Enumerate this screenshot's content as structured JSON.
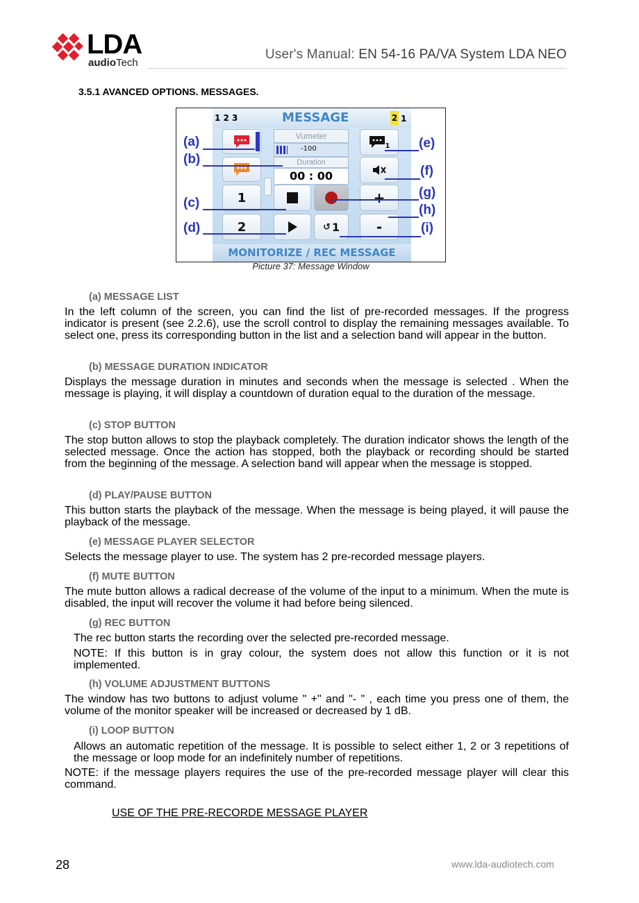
{
  "header": {
    "logo_main": "LDA",
    "logo_sub_bold": "audio",
    "logo_sub": "Tech",
    "title_prefix": "User's Manual: ",
    "title_highlight": "EN 54-16 PA/VA System LDA NEO"
  },
  "section_title": "3.5.1  AVANCED OPTIONS. MESSAGES.",
  "figure": {
    "screen_title": "MESSAGE",
    "left_indicator": "1 2 3",
    "right_indicator_highlight": "2",
    "right_indicator": "1",
    "vumeter_label": "Vumeter",
    "vumeter_value": "-100",
    "duration_label": "Duration",
    "duration_value": "00 : 00",
    "msg_btn_1": "1",
    "msg_btn_2": "2",
    "player_sub": "1",
    "loop_value": "1",
    "vol_up": "+",
    "vol_down": "-",
    "bottom_bar": "MONITORIZE / REC MESSAGE",
    "callouts": [
      "(a)",
      "(b)",
      "(c)",
      "(d)",
      "(e)",
      "(f)",
      "(g)",
      "(h)",
      "(i)"
    ],
    "colors": {
      "accent_blue": "#2a35b8",
      "rec_red": "#b21818",
      "title_blue": "#3f86c7",
      "highlight_yellow": "#f3e22b"
    },
    "icons": [
      "message-red-icon",
      "message-orange-icon",
      "stop-icon",
      "rec-icon",
      "play-icon",
      "loop-icon",
      "message-player-icon",
      "mute-icon"
    ]
  },
  "caption": "Picture 37: Message Window",
  "sections": [
    {
      "heading": "(a) MESSAGE LIST",
      "paragraphs": [
        "In the left column of the screen, you can find the list of pre-recorded messages. If the progress indicator is present (see 2.2.6), use the scroll control to display the remaining messages available. To select one, press its corresponding button in the list and a selection band will appear in the button."
      ]
    },
    {
      "heading": "(b) MESSAGE DURATION INDICATOR",
      "paragraphs": [
        "Displays the message duration in minutes and seconds when the message is selected . When the message is playing, it will display a countdown of duration equal to the duration of the message."
      ]
    },
    {
      "heading": "(c) STOP BUTTON",
      "paragraphs": [
        "The stop button allows to stop the playback completely. The duration indicator shows the length of the selected message. Once the action has stopped, both the playback or recording should be started from the beginning of the message. A selection band will appear when the message is stopped."
      ]
    },
    {
      "heading": "(d) PLAY/PAUSE BUTTON",
      "paragraphs": [
        "This button starts the playback of the message. When the message is being played, it will pause the playback of the message."
      ]
    },
    {
      "heading": "(e) MESSAGE PLAYER SELECTOR",
      "paragraphs": [
        "Selects the message player to use. The system has 2 pre-recorded message players."
      ]
    },
    {
      "heading": "(f) MUTE BUTTON",
      "paragraphs": [
        "The mute button allows a radical decrease of the volume of the input to a minimum. When the mute is disabled, the input will recover the volume it had before being silenced."
      ]
    },
    {
      "heading": "(g) REC BUTTON",
      "paragraphs": [
        "The rec button starts the recording over the selected pre-recorded message.",
        "NOTE: If this button is in gray colour, the system does not allow this function or it is not implemented."
      ]
    },
    {
      "heading": "(h) VOLUME ADJUSTMENT BUTTONS",
      "paragraphs": [
        "The window has two buttons to adjust volume \" +\" and \"- \" , each time you press one of them, the volume of the monitor speaker will be increased or decreased by 1 dB."
      ]
    },
    {
      "heading": "(i) LOOP BUTTON",
      "paragraphs": [
        "Allows an automatic repetition of the message. It is possible to select either 1, 2 or 3 repetitions of the message or loop mode for an indefinitely number of repetitions.",
        " NOTE: if the message players requires the use of the pre-recorded message player will clear this command."
      ]
    }
  ],
  "subsection_title": "USE OF THE PRE-RECORDE MESSAGE PLAYER",
  "footer": {
    "page_number": "28",
    "url": "www.lda-audiotech.com"
  }
}
